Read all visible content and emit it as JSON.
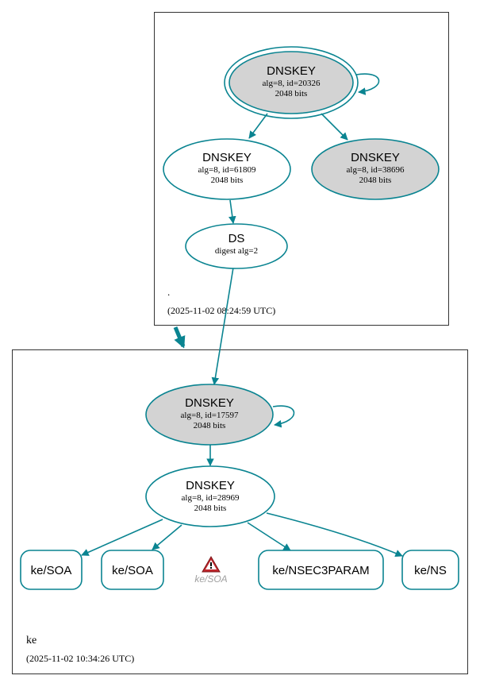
{
  "zones": {
    "root": {
      "name": ".",
      "timestamp": "(2025-11-02 08:24:59 UTC)"
    },
    "ke": {
      "name": "ke",
      "timestamp": "(2025-11-02 10:34:26 UTC)"
    }
  },
  "nodes": {
    "root_ksk": {
      "title": "DNSKEY",
      "line1": "alg=8, id=20326",
      "line2": "2048 bits"
    },
    "root_zsk1": {
      "title": "DNSKEY",
      "line1": "alg=8, id=61809",
      "line2": "2048 bits"
    },
    "root_zsk2": {
      "title": "DNSKEY",
      "line1": "alg=8, id=38696",
      "line2": "2048 bits"
    },
    "ds": {
      "title": "DS",
      "line1": "digest alg=2"
    },
    "ke_ksk": {
      "title": "DNSKEY",
      "line1": "alg=8, id=17597",
      "line2": "2048 bits"
    },
    "ke_zsk": {
      "title": "DNSKEY",
      "line1": "alg=8, id=28969",
      "line2": "2048 bits"
    }
  },
  "rrsets": {
    "soa1": "ke/SOA",
    "soa2": "ke/SOA",
    "soa_warn": "ke/SOA",
    "nsec3param": "ke/NSEC3PARAM",
    "ns": "ke/NS"
  },
  "colors": {
    "edge": "#0a8491",
    "node_border": "#0a8491",
    "ksk_fill": "#d3d3d3",
    "warning": "#c1272d",
    "muted_text": "#a0a0a0"
  }
}
